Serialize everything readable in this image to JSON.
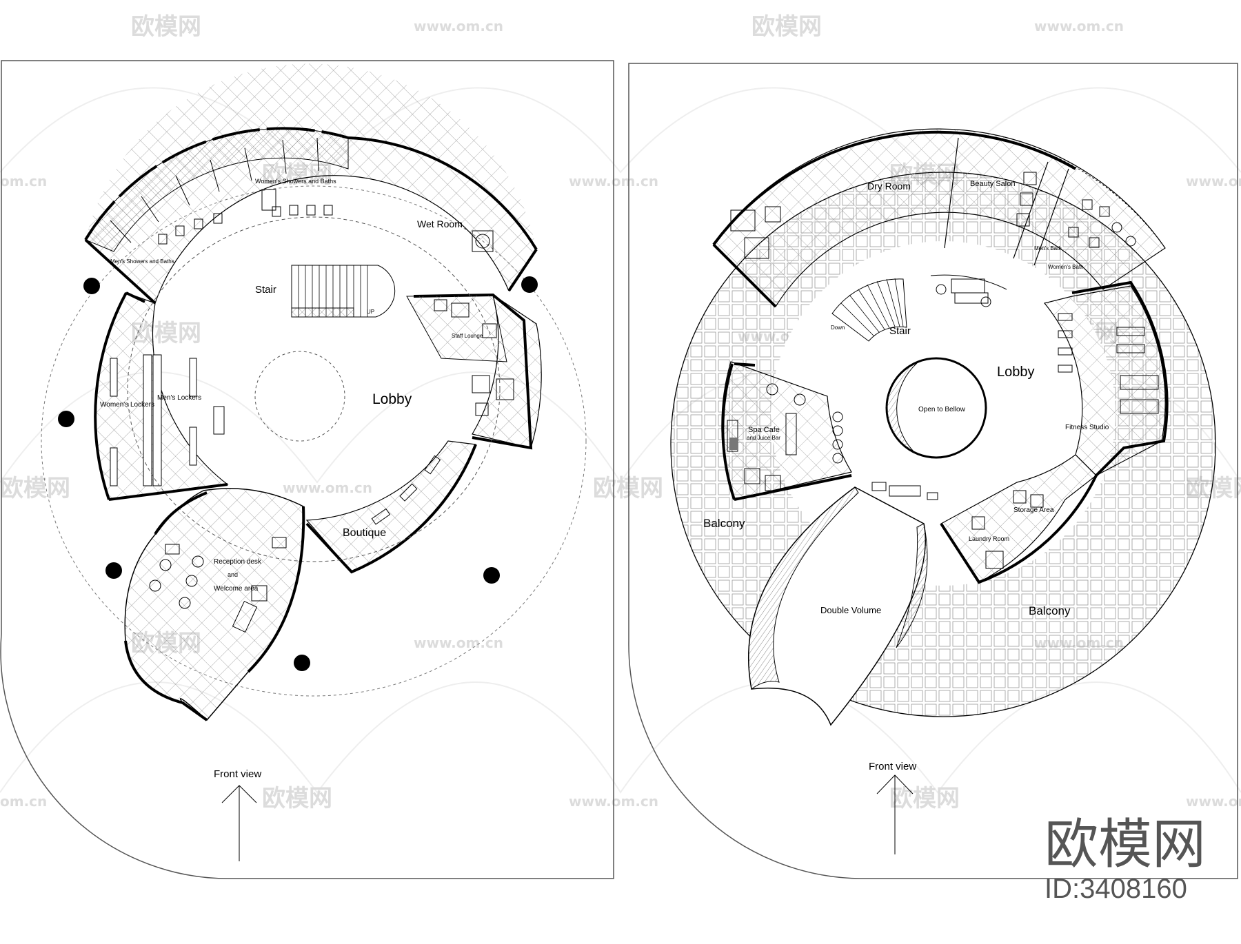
{
  "watermark": {
    "brand": "欧模网",
    "url": "www.om.cn",
    "url_short": "om.cn",
    "id_text": "ID:3408160"
  },
  "plan_left": {
    "rooms": {
      "wet_room": "Wet Room",
      "womens_showers": "Women's Showers and Baths",
      "mens_showers": "Men's Showers and Baths",
      "stair": "Stair",
      "up": "UP",
      "lobby": "Lobby",
      "womens_lockers": "Women's Lockers",
      "mens_lockers": "Men's Lockers",
      "staff_lounge": "Staff Lounge",
      "boutique": "Boutique",
      "reception_1": "Reception desk",
      "reception_2": "and",
      "reception_3": "Welcome area"
    },
    "front_view": "Front view"
  },
  "plan_right": {
    "rooms": {
      "dry_room": "Dry Room",
      "beauty_salon": "Beauty Salon",
      "mens_bath": "Men's Bath",
      "womens_bath": "Women's Bath",
      "stair": "Stair",
      "down": "Down",
      "lobby": "Lobby",
      "open_below": "Open to Bellow",
      "spa_cafe_1": "Spa Cafe",
      "spa_cafe_2": "and Juice Bar",
      "fitness": "Fitness Studio",
      "storage": "Storage Area",
      "laundry": "Laundry Room",
      "balcony_left": "Balcony",
      "balcony_right": "Balcony",
      "double_volume": "Double Volume"
    },
    "front_view": "Front view"
  }
}
